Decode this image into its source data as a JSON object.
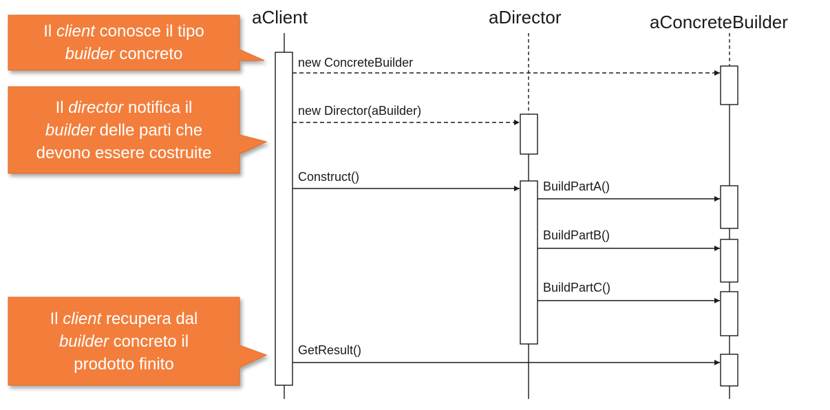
{
  "colors": {
    "callout_fill": "#F37E3B",
    "callout_border": "#E06A26",
    "callout_text": "#FFFFFF",
    "line": "#1a1a1a",
    "background": "#FFFFFF"
  },
  "participants": {
    "client": "aClient",
    "director": "aDirector",
    "builder": "aConcreteBuilder"
  },
  "messages": {
    "new_builder": "new ConcreteBuilder",
    "new_director": "new Director(aBuilder)",
    "construct": "Construct()",
    "build_a": "BuildPartA()",
    "build_b": "BuildPartB()",
    "build_c": "BuildPartC()",
    "get_result": "GetResult()"
  },
  "callouts": {
    "one": {
      "l1_em": "client",
      "l1_rest": " conosce il tipo",
      "l2_em": "builder",
      "l2_rest": " concreto"
    },
    "two": {
      "l1_pre": "Il ",
      "l1_em": "director",
      "l1_rest": " notifica il",
      "l2_em": "builder",
      "l2_rest": " delle parti che",
      "l3": "devono essere costruite"
    },
    "three": {
      "l1_pre": "Il ",
      "l1_em": "client",
      "l1_rest": " recupera dal",
      "l2_em": "builder",
      "l2_rest": " concreto il",
      "l3": "prodotto finito"
    }
  }
}
